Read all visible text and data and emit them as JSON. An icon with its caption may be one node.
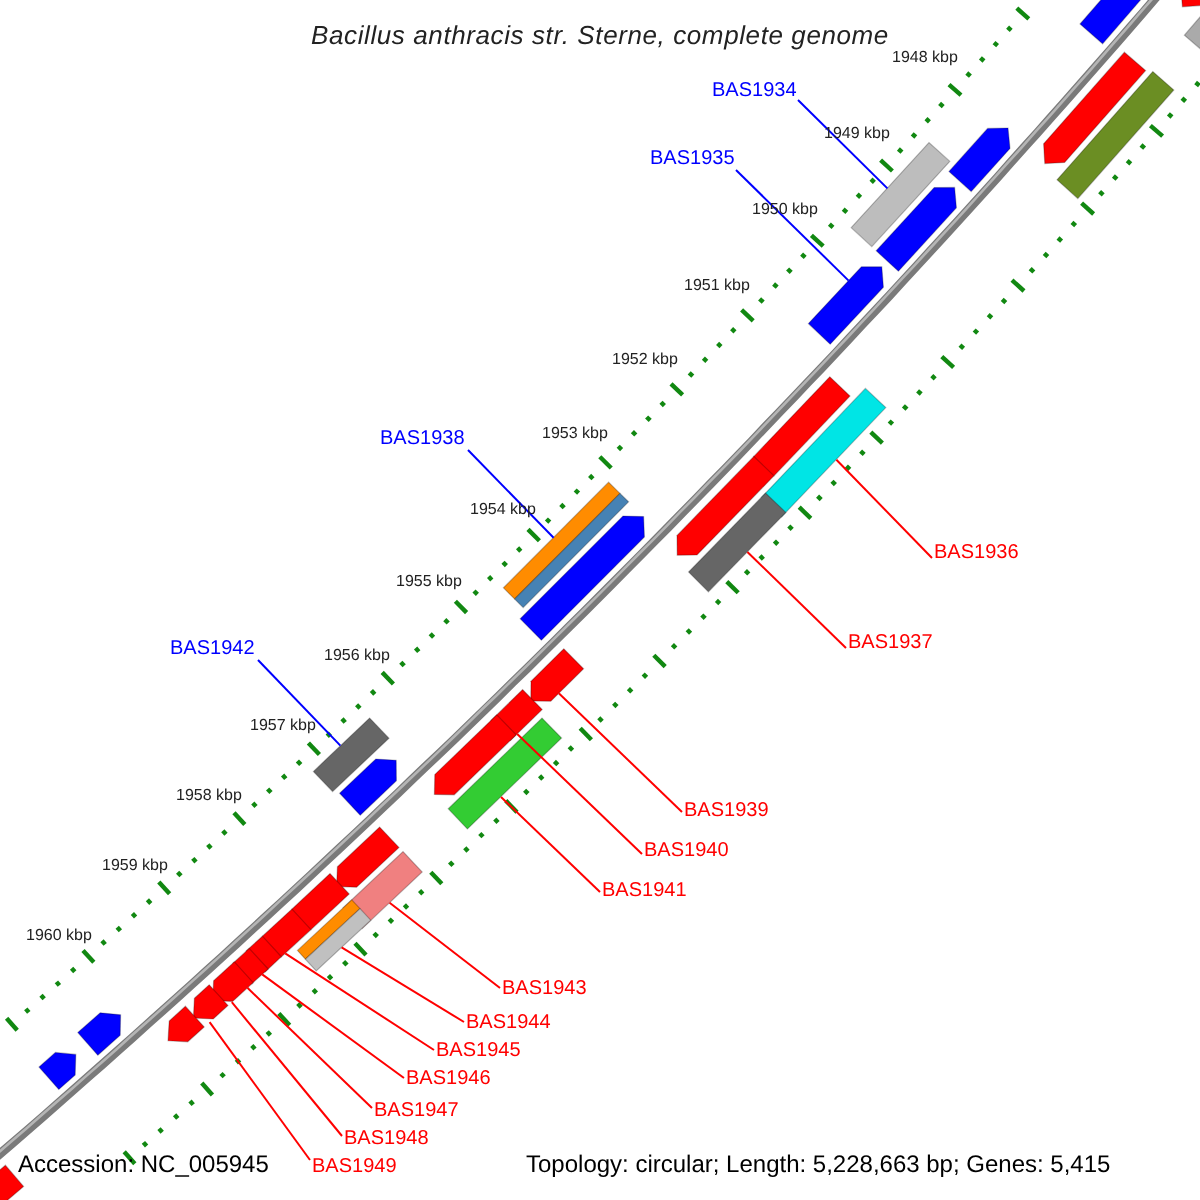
{
  "diagram": {
    "title": "Bacillus anthracis str. Sterne, complete genome",
    "nodes": [
      {
        "text": [
          "BAS1934"
        ]
      },
      {
        "text": [
          "BAS1935"
        ]
      },
      {
        "text": [
          "BAS1938"
        ]
      },
      {
        "text": [
          "BAS1936"
        ]
      },
      {
        "text": [
          "BAS1937"
        ]
      },
      {
        "text": [
          "BAS1942"
        ]
      },
      {
        "text": [
          "BAS1939"
        ]
      },
      {
        "text": [
          "BAS1940"
        ]
      },
      {
        "text": [
          "BAS1941"
        ]
      },
      {
        "text": [
          "BAS1943"
        ]
      },
      {
        "text": [
          "BAS1944"
        ]
      },
      {
        "text": [
          "BAS1945"
        ]
      },
      {
        "text": [
          "BAS1946"
        ]
      },
      {
        "text": [
          "BAS1947"
        ]
      },
      {
        "text": [
          "BAS1948"
        ]
      },
      {
        "text": [
          "BAS1949"
        ]
      },
      {
        "text": [],
        "shape": "arrow"
      },
      {
        "text": [],
        "shape": "bar"
      },
      {
        "text": [],
        "shape": "arrow"
      },
      {
        "text": [],
        "shape": "arrow"
      },
      {
        "text": [],
        "shape": "bar"
      },
      {
        "text": [],
        "shape": "arrow"
      },
      {
        "text": [],
        "shape": "bar"
      },
      {
        "text": [],
        "shape": "arrow"
      },
      {
        "text": [],
        "shape": "arrow"
      },
      {
        "text": [],
        "shape": "bar"
      },
      {
        "text": [],
        "shape": "arrow"
      },
      {
        "text": [],
        "shape": "arrow"
      },
      {
        "text": [],
        "shape": "bar"
      },
      {
        "text": [],
        "shape": "bar"
      },
      {
        "text": [],
        "shape": "bar"
      },
      {
        "text": [],
        "shape": "arrow"
      },
      {
        "text": [],
        "shape": "arrow"
      },
      {
        "text": [],
        "shape": "arrow"
      },
      {
        "text": [],
        "shape": "bar"
      },
      {
        "text": [],
        "shape": "arrow"
      },
      {
        "text": [],
        "shape": "bar"
      },
      {
        "text": [],
        "shape": "arrow"
      },
      {
        "text": [],
        "shape": "bar"
      },
      {
        "text": [],
        "shape": "arrow"
      },
      {
        "text": [],
        "shape": "arrow"
      },
      {
        "text": [],
        "shape": "bar"
      },
      {
        "text": [],
        "shape": "bar"
      },
      {
        "text": [],
        "shape": "arrow"
      },
      {
        "text": [],
        "shape": "arrow"
      },
      {
        "text": [],
        "shape": "arrow"
      },
      {
        "text": [],
        "shape": "arrow"
      },
      {
        "text": [],
        "shape": "arrow"
      },
      {
        "text": [],
        "shape": "arrow"
      },
      {
        "text": [],
        "shape": "arrow"
      },
      {
        "text": [],
        "shape": "arrow"
      },
      {
        "text": [],
        "shape": "arrow"
      }
    ],
    "edges": [
      {
        "from": 0,
        "to": 22,
        "arrow": "none",
        "color": "#0000ff"
      },
      {
        "from": 1,
        "to": 24,
        "arrow": "none",
        "color": "#0000ff"
      },
      {
        "from": 2,
        "to": 29,
        "arrow": "none",
        "color": "#0000ff"
      },
      {
        "from": 3,
        "to": 25,
        "arrow": "none"
      },
      {
        "from": 4,
        "to": 28,
        "arrow": "none"
      },
      {
        "from": 5,
        "to": 36,
        "arrow": "none",
        "color": "#0000ff"
      },
      {
        "from": 6,
        "to": 32,
        "arrow": "none"
      },
      {
        "from": 7,
        "to": 33,
        "arrow": "none"
      },
      {
        "from": 8,
        "to": 34,
        "arrow": "none"
      },
      {
        "from": 9,
        "to": 38,
        "arrow": "none"
      },
      {
        "from": 10,
        "to": 42,
        "arrow": "none"
      },
      {
        "from": 11,
        "to": 43,
        "arrow": "none"
      },
      {
        "from": 12,
        "to": 44,
        "arrow": "none"
      },
      {
        "from": 13,
        "to": 45,
        "arrow": "none"
      },
      {
        "from": 14,
        "to": 46,
        "arrow": "none"
      },
      {
        "from": 15,
        "to": 47,
        "arrow": "none"
      }
    ],
    "labels": [
      "1948 kbp",
      "1949 kbp",
      "1950 kbp",
      "1951 kbp",
      "1952 kbp",
      "1953 kbp",
      "1954 kbp",
      "1955 kbp",
      "1956 kbp",
      "1957 kbp",
      "1958 kbp",
      "1959 kbp",
      "1960 kbp",
      "Accession: NC_005945",
      "Topology: circular; Length: 5,228,663 bp; Genes: 5,415"
    ]
  }
}
